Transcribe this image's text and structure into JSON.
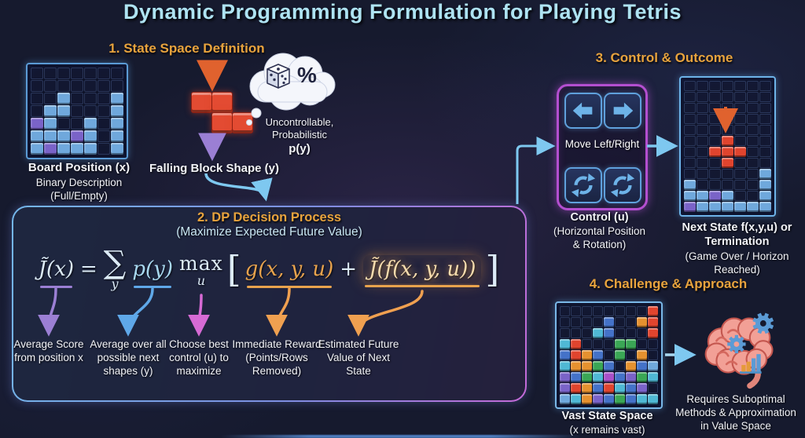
{
  "title": "Dynamic Programming Formulation for Playing Tetris",
  "section1": {
    "heading": "1. State Space Definition",
    "board_label": [
      "Board Position (x)",
      "Binary Description",
      "(Full/Empty)"
    ],
    "falling_label": "Falling Block Shape (y)",
    "cloud": {
      "percent": "%",
      "lines": [
        "Uncontrollable,",
        "Probabilistic",
        "p(y)"
      ]
    },
    "board": [
      ".......",
      ".......",
      "..l...l",
      ".ll...l",
      "pl..l.l",
      "lllpl.l",
      "lplll.l"
    ]
  },
  "section2": {
    "heading": "2. DP Decision Process",
    "subheading": "(Maximize Expected Future Value)",
    "formula": [
      {
        "style": "jx",
        "text": "J̃(x)"
      },
      {
        "style": "eq",
        "text": "="
      },
      {
        "style": "sum",
        "text": "∑",
        "sub": "y"
      },
      {
        "style": "py",
        "text": "p(y)"
      },
      {
        "style": "maxu",
        "text": "max",
        "sub": "u"
      },
      {
        "style": "bracket",
        "text": "["
      },
      {
        "style": "g",
        "text": "g(x, y, u)"
      },
      {
        "style": "plus",
        "text": "+"
      },
      {
        "style": "jf",
        "text": "J̃(f(x, y, u))"
      },
      {
        "style": "bracket",
        "text": "]"
      }
    ],
    "annotations": [
      {
        "lines": [
          "Average Score",
          "from position x"
        ]
      },
      {
        "lines": [
          "Average over all",
          "possible next",
          "shapes (y)"
        ]
      },
      {
        "lines": [
          "Choose best",
          "control (u) to",
          "maximize"
        ]
      },
      {
        "lines": [
          "Immediate Reward",
          "(Points/Rows",
          "Removed)"
        ]
      },
      {
        "lines": [
          "Estimated Future",
          "Value of Next",
          "State"
        ]
      }
    ]
  },
  "section3": {
    "heading": "3. Control & Outcome",
    "move_label": "Move Left/Right",
    "control_label": [
      "Control (u)",
      "(Horizontal Position",
      "& Rotation)"
    ],
    "next_state_label": [
      "Next State f(x,y,u) or",
      "Termination",
      "(Game Over / Horizon",
      "Reached)"
    ],
    "board": [
      ".......",
      ".......",
      ".......",
      ".......",
      ".......",
      "...r...",
      "..rrr..",
      "...r...",
      "......l",
      "l.....l",
      "llpl..l",
      "pllllll"
    ]
  },
  "section4": {
    "heading": "4. Challenge & Approach",
    "vast_label": [
      "Vast State Space",
      "(x remains vast)"
    ],
    "approach_label": [
      "Requires Suboptimal",
      "Methods & Approximation",
      "in Value Space"
    ],
    "board": [
      "........r",
      "....b..or",
      "...cb...r",
      "cr...gg..",
      "brob.g.o.",
      "coogb.obl",
      "pbgcmbpgc",
      "probrcbp.",
      "lcopbgbcc"
    ]
  },
  "cell_colors": {
    "l": "#6fa8dc",
    "b": "#4472c8",
    "p": "#7a63c8",
    "r": "#e0442e",
    "o": "#e5912f",
    "g": "#3aa655",
    "c": "#4fb8d4",
    "m": "#a84fc8"
  }
}
